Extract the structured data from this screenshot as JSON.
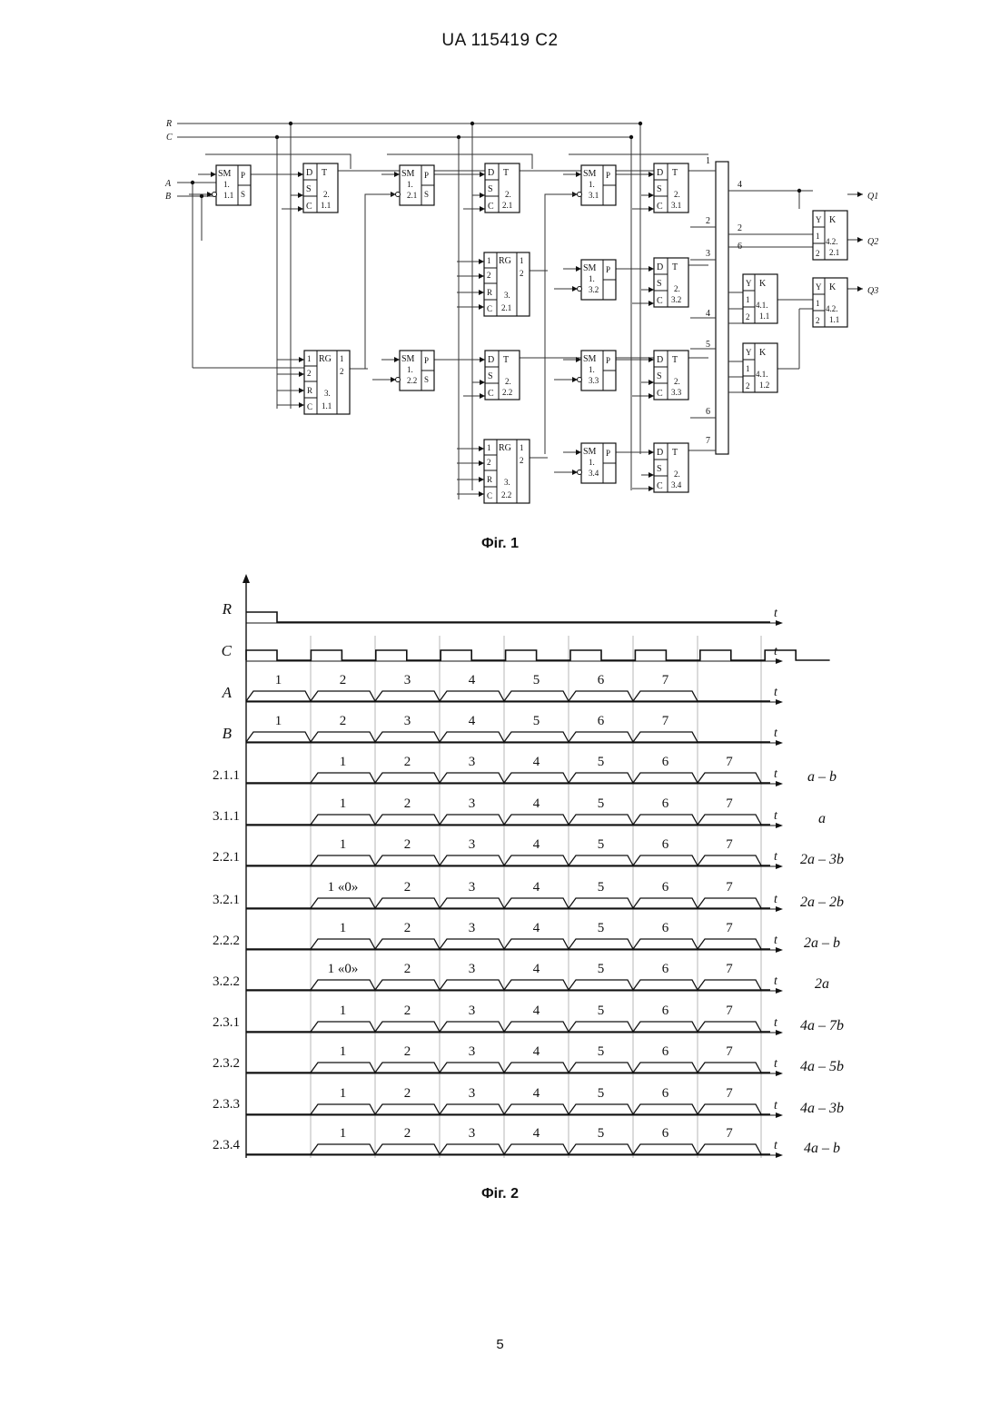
{
  "header": "UA   115419   C2",
  "page_number": "5",
  "figure1": {
    "caption": "Фіг. 1",
    "inputs": [
      "R",
      "C",
      "A",
      "B"
    ],
    "outputs": [
      "Q1",
      "Q2",
      "Q3"
    ],
    "sm_blocks": [
      {
        "id": "sm-1-1",
        "title": "SM",
        "sub": "1.",
        "num": "1.1",
        "p": "P",
        "s": "S"
      },
      {
        "id": "sm-2-1",
        "title": "SM",
        "sub": "1.",
        "num": "2.1",
        "p": "P",
        "s": "S"
      },
      {
        "id": "sm-3-1",
        "title": "SM",
        "sub": "1.",
        "num": "3.1",
        "p": "P",
        "s": ""
      },
      {
        "id": "sm-3-2",
        "title": "SM",
        "sub": "1.",
        "num": "3.2",
        "p": "P",
        "s": ""
      },
      {
        "id": "sm-2-2",
        "title": "SM",
        "sub": "1.",
        "num": "2.2",
        "p": "P",
        "s": "S"
      },
      {
        "id": "sm-3-3",
        "title": "SM",
        "sub": "1.",
        "num": "3.3",
        "p": "P",
        "s": ""
      },
      {
        "id": "sm-3-4",
        "title": "SM",
        "sub": "1.",
        "num": "3.4",
        "p": "P",
        "s": ""
      }
    ],
    "t_blocks": [
      {
        "id": "t-1-1",
        "title": "T",
        "l1": "2.",
        "l2": "1.1"
      },
      {
        "id": "t-2-1",
        "title": "T",
        "l1": "2.",
        "l2": "2.1"
      },
      {
        "id": "t-3-1",
        "title": "T",
        "l1": "2.",
        "l2": "3.1"
      },
      {
        "id": "t-3-2",
        "title": "T",
        "l1": "2.",
        "l2": "3.2"
      },
      {
        "id": "t-2-2",
        "title": "T",
        "l1": "2.",
        "l2": "2.2"
      },
      {
        "id": "t-3-3",
        "title": "T",
        "l1": "2.",
        "l2": "3.3"
      },
      {
        "id": "t-3-4",
        "title": "T",
        "l1": "2.",
        "l2": "3.4"
      }
    ],
    "rg_blocks": [
      {
        "id": "rg-1-1",
        "title": "RG",
        "l1": "3.",
        "l2": "1.1"
      },
      {
        "id": "rg-2-1",
        "title": "RG",
        "l1": "3.",
        "l2": "2.1"
      },
      {
        "id": "rg-2-2",
        "title": "RG",
        "l1": "3.",
        "l2": "2.2"
      }
    ],
    "k_blocks": [
      {
        "id": "k-4-1-1",
        "title": "K",
        "y": "Y",
        "l1": "4.1.",
        "l2": "1.1"
      },
      {
        "id": "k-4-1-2",
        "title": "K",
        "y": "Y",
        "l1": "4.1.",
        "l2": "1.2"
      },
      {
        "id": "k-4-2-1",
        "title": "K",
        "y": "Y",
        "l1": "4.2.",
        "l2": "2.1"
      },
      {
        "id": "k-4-2-1b",
        "title": "K",
        "y": "Y",
        "l1": "4.2.",
        "l2": "1.1"
      }
    ],
    "bus_labels": [
      "1",
      "2",
      "3",
      "4",
      "5",
      "6",
      "7"
    ]
  },
  "figure2": {
    "caption": "Фіг. 2",
    "axis_symbol": "t",
    "period_labels": [
      "1",
      "2",
      "3",
      "4",
      "5",
      "6",
      "7"
    ],
    "zero_label": "1 «0»",
    "rows": [
      {
        "name": "R",
        "italic": true,
        "kind": "reset",
        "formula": ""
      },
      {
        "name": "C",
        "italic": true,
        "kind": "clock",
        "formula": ""
      },
      {
        "name": "A",
        "italic": true,
        "kind": "input",
        "formula": ""
      },
      {
        "name": "B",
        "italic": true,
        "kind": "input",
        "formula": ""
      },
      {
        "name": "2.1.1",
        "italic": false,
        "kind": "stage",
        "formula": "a – b"
      },
      {
        "name": "3.1.1",
        "italic": false,
        "kind": "stage",
        "formula": "a"
      },
      {
        "name": "2.2.1",
        "italic": false,
        "kind": "stage",
        "formula": "2a – 3b"
      },
      {
        "name": "3.2.1",
        "italic": false,
        "kind": "stage0",
        "formula": "2a – 2b"
      },
      {
        "name": "2.2.2",
        "italic": false,
        "kind": "stage",
        "formula": "2a – b"
      },
      {
        "name": "3.2.2",
        "italic": false,
        "kind": "stage0",
        "formula": "2a"
      },
      {
        "name": "2.3.1",
        "italic": false,
        "kind": "stage",
        "formula": "4a – 7b"
      },
      {
        "name": "2.3.2",
        "italic": false,
        "kind": "stage",
        "formula": "4a – 5b"
      },
      {
        "name": "2.3.3",
        "italic": false,
        "kind": "stage",
        "formula": "4a – 3b"
      },
      {
        "name": "2.3.4",
        "italic": false,
        "kind": "stage",
        "formula": "4a – b"
      }
    ]
  }
}
